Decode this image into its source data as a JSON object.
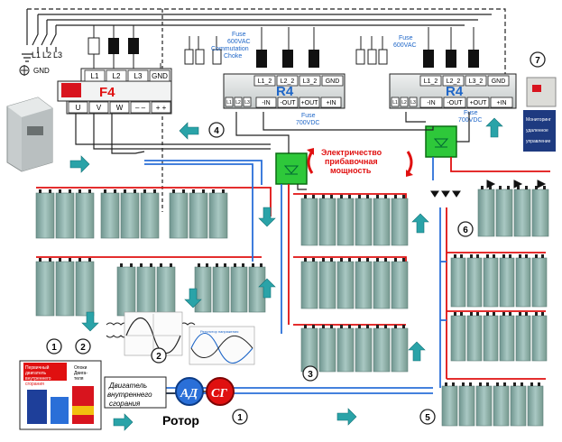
{
  "colors": {
    "accent_blue": "#1e66c8",
    "wire_red": "#e01010",
    "wire_blue": "#2a6fd8",
    "arrow_teal": "#2aa3a8",
    "module_green": "#2ec83a",
    "battery_teal": "#8fb3ae",
    "drive_body": "#d6dada",
    "drive_red": "#d8141e"
  },
  "icons": {
    "ground": "ground-icon",
    "flow_arrow": "arrow-icon",
    "generator": "generator-circle",
    "motor": "motor-circle",
    "reversible_arrows": "reversible-arrows-icon",
    "sine_wave": "sine-wave-icon"
  },
  "mains": {
    "l1": "L1",
    "l2": "L2",
    "l3": "L3",
    "gnd": "GND"
  },
  "drive_f4": {
    "name": "F4",
    "top_terminals": [
      "L1",
      "L2",
      "L3",
      "GND"
    ],
    "bottom_terminals": [
      "U",
      "V",
      "W",
      "– –",
      "+ +"
    ]
  },
  "drive_r4_mid": {
    "name": "R4",
    "top_terminals": [
      "L1_2",
      "L2_2",
      "L3_2",
      "GND"
    ],
    "left_terminals": [
      "L1",
      "L2",
      "L3"
    ],
    "bottom_terminals": [
      "-IN",
      "-OUT",
      "+OUT",
      "+IN"
    ],
    "fuse_top": "Fuse\n600VAC\nCommutation\nChoke",
    "fuse_bottom": "Fuse\n700VDC"
  },
  "drive_r4_right": {
    "name": "R4",
    "top_terminals": [
      "L1_2",
      "L2_2",
      "L3_2",
      "GND"
    ],
    "left_terminals": [
      "L1",
      "L2",
      "L3"
    ],
    "bottom_terminals": [
      "-IN",
      "-OUT",
      "+OUT",
      "+IN"
    ],
    "fuse_top": "Fuse\n600VAC",
    "fuse_bottom": "Fuse\n700VDC"
  },
  "energy_label": {
    "line1": "Электричество",
    "line2": "прибавочная",
    "line3": "мощность"
  },
  "markers": [
    "1",
    "2",
    "2",
    "1",
    "3",
    "4",
    "5",
    "6",
    "7"
  ],
  "monitor_lines": [
    "Мониторинг",
    "удаленное",
    "управление"
  ],
  "oscillo_title": "Регулятор напряжения",
  "legend_box": {
    "line1": "Первичный",
    "line2": "двигатель",
    "line3": "внутреннего",
    "line4": "сгорания",
    "side1": "Опоки",
    "side2": "Двига-",
    "side3": "теля"
  },
  "engine_label": {
    "line1": "Двигатель",
    "line2": "внутреннего",
    "line3": "сгорания"
  },
  "rotor_label": "Ротор",
  "ad_label": "АД",
  "sg_label": "СГ"
}
